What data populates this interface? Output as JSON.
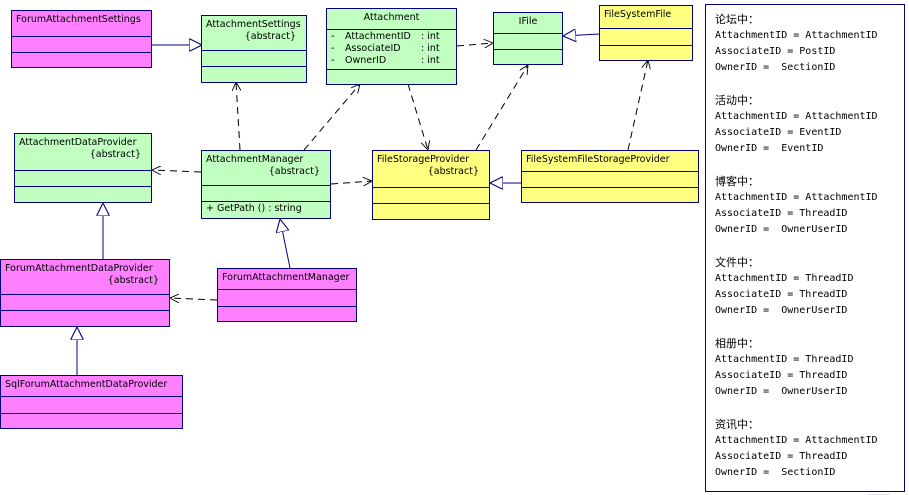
{
  "classes": {
    "forum_attachment_settings": {
      "name": "ForumAttachmentSettings"
    },
    "attachment_settings": {
      "name": "AttachmentSettings",
      "stereotype": "{abstract}"
    },
    "attachment": {
      "name": "Attachment",
      "attributes": [
        {
          "vis": "-",
          "name": "AttachmentID",
          "type": ": int"
        },
        {
          "vis": "-",
          "name": "AssociateID",
          "type": ": int"
        },
        {
          "vis": "-",
          "name": "OwnerID",
          "type": ": int"
        }
      ]
    },
    "ifile": {
      "name": "IFile"
    },
    "file_system_file": {
      "name": "FileSystemFile"
    },
    "attachment_data_provider": {
      "name": "AttachmentDataProvider",
      "stereotype": "{abstract}"
    },
    "attachment_manager": {
      "name": "AttachmentManager",
      "stereotype": "{abstract}",
      "operations": [
        "+  GetPath ()  : string"
      ]
    },
    "file_storage_provider": {
      "name": "FileStorageProvider",
      "stereotype": "{abstract}"
    },
    "file_system_file_storage_provider": {
      "name": "FileSystemFileStorageProvider"
    },
    "forum_attachment_data_provider": {
      "name": "ForumAttachmentDataProvider",
      "stereotype": "{abstract}"
    },
    "forum_attachment_manager": {
      "name": "ForumAttachmentManager"
    },
    "sql_forum_attachment_data_provider": {
      "name": "SqlForumAttachmentDataProvider"
    }
  },
  "note": {
    "groups": [
      {
        "title": "论坛中：",
        "lines": [
          "AttachmentID = AttachmentID",
          "AssociateID = PostID",
          "OwnerID =  SectionID"
        ]
      },
      {
        "title": "活动中：",
        "lines": [
          "AttachmentID = AttachmentID",
          "AssociateID = EventID",
          "OwnerID =  EventID"
        ]
      },
      {
        "title": "博客中：",
        "lines": [
          "AttachmentID = AttachmentID",
          "AssociateID = ThreadID",
          "OwnerID =  OwnerUserID"
        ]
      },
      {
        "title": "文件中：",
        "lines": [
          "AttachmentID = ThreadID",
          "AssociateID = ThreadID",
          "OwnerID =  OwnerUserID"
        ]
      },
      {
        "title": "相册中：",
        "lines": [
          "AttachmentID = ThreadID",
          "AssociateID = ThreadID",
          "OwnerID =  OwnerUserID"
        ]
      },
      {
        "title": "资讯中：",
        "lines": [
          "AttachmentID = AttachmentID",
          "AssociateID = ThreadID",
          "OwnerID =  SectionID"
        ]
      }
    ]
  },
  "colors": {
    "line": "#000080",
    "concrete_class": "#ff80ff",
    "abstract_class": "#c0ffc0",
    "file_class": "#ffff80"
  }
}
